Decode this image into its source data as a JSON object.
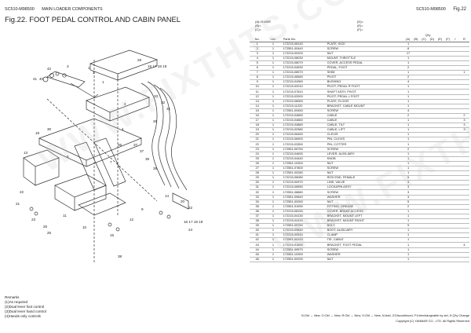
{
  "header": {
    "model_code": "SC510-M98500",
    "section": "MAIN LOADER COMPONENTS",
    "fig_title": "Fig.22.  FOOT PEDAL CONTROL AND CABIN PANEL",
    "right_code": "SC510-M98500",
    "right_fig": "Fig.22"
  },
  "column_legend": {
    "a": "(A)=S180R",
    "b": "(B)=",
    "c": "(C)=",
    "d": "(D)=",
    "e": "(E)=",
    "f": "(F)="
  },
  "table": {
    "headers": {
      "no": "No.",
      "lev": "Lev.",
      "parts_no": "Parts No.",
      "desc": "Description",
      "qty": "Q'ty",
      "i": "I",
      "r": "R"
    },
    "qty_cols": [
      "(A)",
      "(B)",
      "(C)",
      "(D)",
      "(E)",
      "(F)"
    ],
    "rows": [
      {
        "no": "1",
        "lev": "1",
        "pn": "172215-08140",
        "desc": "PLATE, KICK",
        "a": "1",
        "r": ""
      },
      {
        "no": "2",
        "lev": "1",
        "pn": "172551-00440",
        "desc": "SCREW",
        "a": "8",
        "r": ""
      },
      {
        "no": "3",
        "lev": "1",
        "pn": "172215-00200",
        "desc": "NUT",
        "a": "17",
        "r": ""
      },
      {
        "no": "4",
        "lev": "1",
        "pn": "172215-08030",
        "desc": "MOUNT, THROTTLE",
        "a": "1",
        "r": ""
      },
      {
        "no": "5",
        "lev": "1",
        "pn": "172215-08070",
        "desc": "COVER, ACCESS PEDAL",
        "a": "1",
        "r": ""
      },
      {
        "no": "6",
        "lev": "1",
        "pn": "172215-04530",
        "desc": "PEDAL, FOOT",
        "a": "2",
        "r": ""
      },
      {
        "no": "7",
        "lev": "1",
        "pn": "172215-08570",
        "desc": "SHIM",
        "a": "1",
        "r": "1"
      },
      {
        "no": "8",
        "lev": "1",
        "pn": "172215-06560",
        "desc": "PIVOT",
        "a": "2",
        "r": ""
      },
      {
        "no": "9",
        "lev": "1",
        "pn": "172215-04360",
        "desc": "BUSHING",
        "a": "4",
        "r": ""
      },
      {
        "no": "10",
        "lev": "1",
        "pn": "172215-02010",
        "desc": "PIVOT, PEDAL R FOOT",
        "a": "1",
        "r": ""
      },
      {
        "no": "11",
        "lev": "1",
        "pn": "172215-07810",
        "desc": "SHAFT ASSY, PIVOT",
        "a": "1",
        "r": ""
      },
      {
        "no": "12",
        "lev": "1",
        "pn": "172215-02000",
        "desc": "PIVOT, PEDAL L FOOT",
        "a": "1",
        "r": ""
      },
      {
        "no": "13",
        "lev": "1",
        "pn": "172215-08060",
        "desc": "PLATE, FLOOR",
        "a": "1",
        "r": ""
      },
      {
        "no": "14",
        "lev": "1",
        "pn": "172215-11220",
        "desc": "BRACKET, CABLE MOUNT",
        "a": "1",
        "r": ""
      },
      {
        "no": "15",
        "lev": "1",
        "pn": "172551-00450",
        "desc": "SCREW",
        "a": "4",
        "r": ""
      },
      {
        "no": "16",
        "lev": "1",
        "pn": "172215-04850",
        "desc": "CABLE",
        "a": "2",
        "r": "2"
      },
      {
        "no": "17",
        "lev": "1",
        "pn": "172215-04860",
        "desc": "CABLE",
        "a": "1",
        "r": "3"
      },
      {
        "no": "18",
        "lev": "1",
        "pn": "172215-04880",
        "desc": "CABLE, TILT",
        "a": "1",
        "r": "3"
      },
      {
        "no": "19",
        "lev": "1",
        "pn": "172215-00380",
        "desc": "CABLE, LIFT",
        "a": "1",
        "r": "3"
      },
      {
        "no": "20",
        "lev": "1",
        "pn": "172215-06450",
        "desc": "CLEVIS",
        "a": "1",
        "r": ""
      },
      {
        "no": "21",
        "lev": "1",
        "pn": "172215-06900",
        "desc": "PIN, CLEVIS",
        "a": "1",
        "r": ""
      },
      {
        "no": "22",
        "lev": "1",
        "pn": "172215-03350",
        "desc": "PIN, COTTER",
        "a": "1",
        "r": ""
      },
      {
        "no": "23",
        "lev": "1",
        "pn": "172551-06750",
        "desc": "SCREW",
        "a": "2",
        "r": ""
      },
      {
        "no": "24",
        "lev": "1",
        "pn": "172215-04690",
        "desc": "LEVER, AUXILIARY",
        "a": "1",
        "r": ""
      },
      {
        "no": "25",
        "lev": "1",
        "pn": "172215-04440",
        "desc": "KNOB",
        "a": "1",
        "r": ""
      },
      {
        "no": "26",
        "lev": "1",
        "pn": "172551-10300",
        "desc": "NUT",
        "a": "1",
        "r": ""
      },
      {
        "no": "27",
        "lev": "1",
        "pn": "172551-07800",
        "desc": "SCREW",
        "a": "1",
        "r": ""
      },
      {
        "no": "28",
        "lev": "1",
        "pn": "172551-00280",
        "desc": "NUT",
        "a": "1",
        "r": ""
      },
      {
        "no": "29",
        "lev": "1",
        "pn": "172215-06080",
        "desc": "ROD END, FEMALE",
        "a": "5",
        "r": ""
      },
      {
        "no": "30",
        "lev": "1",
        "pn": "172215-00970",
        "desc": "LINK, VALVE",
        "a": "3",
        "r": ""
      },
      {
        "no": "31",
        "lev": "1",
        "pn": "172215-06550",
        "desc": "LOCK&PIN ASSY",
        "a": "3",
        "r": ""
      },
      {
        "no": "32",
        "lev": "1",
        "pn": "172551-08880",
        "desc": "SCREW",
        "a": "3",
        "r": ""
      },
      {
        "no": "33",
        "lev": "1",
        "pn": "172551-09640",
        "desc": "WASHER",
        "a": "3",
        "r": ""
      },
      {
        "no": "34",
        "lev": "1",
        "pn": "172551-00260",
        "desc": "NUT",
        "a": "5",
        "r": ""
      },
      {
        "no": "35",
        "lev": "1",
        "pn": "172551-91990",
        "desc": "FITTING, GREASE",
        "a": "2",
        "r": ""
      },
      {
        "no": "36",
        "lev": "1",
        "pn": "172215-08150",
        "desc": "COVER, BRAKE ACCESS",
        "a": "1",
        "r": ""
      },
      {
        "no": "37",
        "lev": "1",
        "pn": "172215-04130",
        "desc": "BRACKET, MOUNT LEFT",
        "a": "1",
        "r": ""
      },
      {
        "no": "38",
        "lev": "1",
        "pn": "172215-04120",
        "desc": "BRACKET, MOUNT RIGHT",
        "a": "1",
        "r": ""
      },
      {
        "no": "39",
        "lev": "1",
        "pn": "172551-09750",
        "desc": "BOLT",
        "a": "9",
        "r": ""
      },
      {
        "no": "40",
        "lev": "1",
        "pn": "172215-09640",
        "desc": "BOOT, AUXILIARY",
        "a": "1",
        "r": ""
      },
      {
        "no": "41",
        "lev": "1",
        "pn": "172215-00510",
        "desc": "CLAMP",
        "a": "1",
        "r": ""
      },
      {
        "no": "42",
        "lev": "1",
        "pn": "172551-00120",
        "desc": "TIE, CABLE",
        "a": "1",
        "r": ""
      },
      {
        "no": "43",
        "lev": "1",
        "pn": "172215-01890",
        "desc": "BRACKET, FOOT PEDAL",
        "a": "1",
        "r": "4"
      },
      {
        "no": "44",
        "lev": "1",
        "pn": "172551-09570",
        "desc": "SCREW",
        "a": "1",
        "r": ""
      },
      {
        "no": "45",
        "lev": "1",
        "pn": "172551-10390",
        "desc": "WASHER",
        "a": "1",
        "r": ""
      },
      {
        "no": "46",
        "lev": "1",
        "pn": "172551-00290",
        "desc": "NUT",
        "a": "1",
        "r": ""
      }
    ]
  },
  "remarks": {
    "title": "Remarks",
    "items": [
      "(1)As required",
      "(2)Dual lever foot control",
      "(3)Dual lever hand control",
      "(4)Hands only controls"
    ]
  },
  "footer": {
    "legend": "N:Old → New, O:Old → New, R:Old → New, S:Old → New, N:Add, Z:Discontinued, F:Interchangeable by set, K:Q'ty Change",
    "copyright": "Copyright (C)  YANMAR CO., LTD. All Rights Reserved"
  },
  "watermark_text": "WWW.FIXTHTS.COM"
}
